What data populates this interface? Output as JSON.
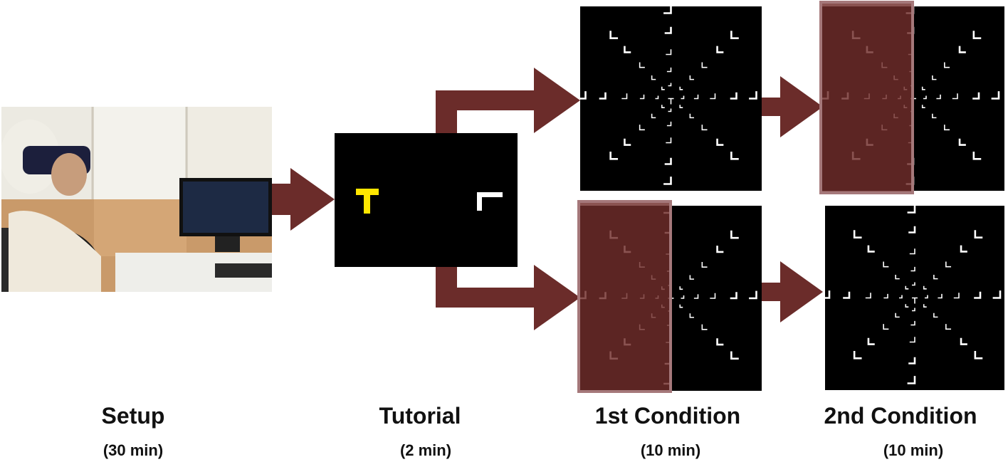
{
  "stages": [
    {
      "id": "setup",
      "title": "Setup",
      "duration": "(30 min)"
    },
    {
      "id": "tutorial",
      "title": "Tutorial",
      "duration": "(2 min)"
    },
    {
      "id": "first",
      "title": "1st Condition",
      "duration": "(10 min)"
    },
    {
      "id": "second",
      "title": "2nd Condition",
      "duration": "(10 min)"
    }
  ],
  "colors": {
    "arrow": "#6b2c2a",
    "overlay": "#702d2b",
    "overlay_border": "#a5787a",
    "stimulus": "#ffffff",
    "target": "#ffe600"
  },
  "icons": {
    "target": "T-letter-icon",
    "distractor": "L-corner-icon"
  }
}
